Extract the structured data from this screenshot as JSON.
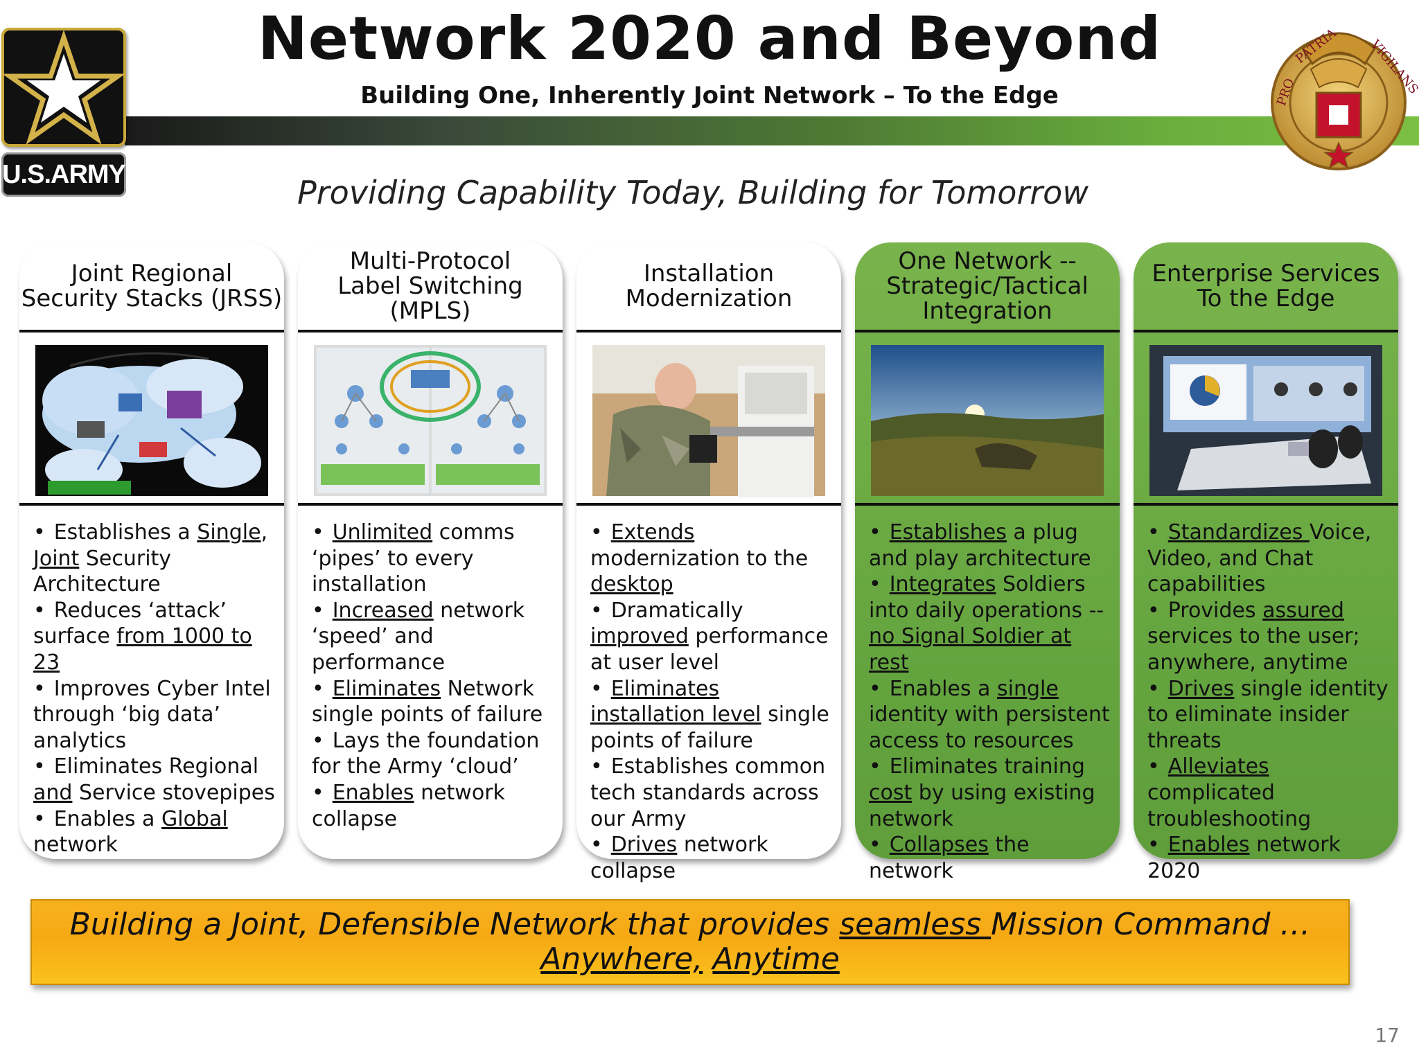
{
  "header": {
    "title": "Network 2020 and Beyond",
    "subtitle": "Building One, Inherently Joint Network – To the Edge",
    "army_wordmark": "U.S.ARMY",
    "army_logo_icon": "army-star-icon",
    "crest_icon": "signal-corps-crest-icon",
    "crest_text_left": "PRO",
    "crest_text_top": "PATRIA",
    "crest_text_right": "VIGILANS"
  },
  "tagline": "Providing Capability Today, Building for Tomorrow",
  "columns": [
    {
      "title": "Joint Regional\nSecurity Stacks (JRSS)",
      "theme": "yellow",
      "image_icon": "network-cloud-diagram-icon",
      "bullets": [
        [
          {
            "t": "Establishes a "
          },
          {
            "t": "Single",
            "u": true
          },
          {
            "t": ", "
          },
          {
            "t": "Joint",
            "u": true
          },
          {
            "t": " Security Architecture"
          }
        ],
        [
          {
            "t": "Reduces ‘attack’ surface "
          },
          {
            "t": "from 1000 to 23",
            "u": true
          }
        ],
        [
          {
            "t": "Improves Cyber Intel through ‘big data’ analytics"
          }
        ],
        [
          {
            "t": "Eliminates Regional "
          },
          {
            "t": "and",
            "u": true
          },
          {
            "t": " Service stovepipes"
          }
        ],
        [
          {
            "t": "Enables a "
          },
          {
            "t": "Global",
            "u": true
          },
          {
            "t": " network"
          }
        ]
      ]
    },
    {
      "title": "Multi-Protocol\nLabel Switching (MPLS)",
      "theme": "yellow",
      "image_icon": "mpls-network-diagram-icon",
      "bullets": [
        [
          {
            "t": "Unlimited",
            "u": true
          },
          {
            "t": " comms ‘pipes’ to every installation"
          }
        ],
        [
          {
            "t": "Increased",
            "u": true
          },
          {
            "t": " network ‘speed’ and performance"
          }
        ],
        [
          {
            "t": "Eliminates",
            "u": true
          },
          {
            "t": " Network single points of failure"
          }
        ],
        [
          {
            "t": "Lays the foundation for the Army ‘cloud’"
          }
        ],
        [
          {
            "t": "Enables",
            "u": true
          },
          {
            "t": " network collapse"
          }
        ]
      ]
    },
    {
      "title": "Installation\nModernization",
      "theme": "yellow",
      "image_icon": "soldier-installing-equipment-photo",
      "bullets": [
        [
          {
            "t": "Extends",
            "u": true
          },
          {
            "t": " modernization to the "
          },
          {
            "t": "desktop",
            "u": true
          }
        ],
        [
          {
            "t": "Dramatically "
          },
          {
            "t": "improved",
            "u": true
          },
          {
            "t": " performance at user level"
          }
        ],
        [
          {
            "t": "Eliminates installation level",
            "u": true
          },
          {
            "t": " single points of failure"
          }
        ],
        [
          {
            "t": "Establishes common tech standards across our Army"
          }
        ],
        [
          {
            "t": "Drives",
            "u": true
          },
          {
            "t": " network collapse"
          }
        ]
      ]
    },
    {
      "title": "One Network --\nStrategic/Tactical\nIntegration",
      "theme": "green",
      "image_icon": "soldier-in-field-sunset-photo",
      "bullets": [
        [
          {
            "t": "Establishes",
            "u": true
          },
          {
            "t": " a plug and play architecture"
          }
        ],
        [
          {
            "t": "Integrates",
            "u": true
          },
          {
            "t": " Soldiers into daily operations -- "
          },
          {
            "t": "no Signal Soldier at rest",
            "u": true
          }
        ],
        [
          {
            "t": "Enables a "
          },
          {
            "t": "single ",
            "u": true
          },
          {
            "t": "identity with persistent access to resources"
          }
        ],
        [
          {
            "t": "Eliminates training "
          },
          {
            "t": "cost",
            "u": true
          },
          {
            "t": " by using existing network"
          }
        ],
        [
          {
            "t": "Collapses",
            "u": true
          },
          {
            "t": " the network"
          }
        ]
      ]
    },
    {
      "title": "Enterprise Services\nTo the Edge",
      "theme": "green",
      "image_icon": "video-conference-room-photo",
      "bullets": [
        [
          {
            "t": "Standardizes ",
            "u": true
          },
          {
            "t": "Voice, Video, and Chat  capabilities"
          }
        ],
        [
          {
            "t": "Provides "
          },
          {
            "t": "assured ",
            "u": true
          },
          {
            "t": "services to the user; anywhere, anytime"
          }
        ],
        [
          {
            "t": "Drives",
            "u": true
          },
          {
            "t": " single identity to eliminate insider threats"
          }
        ],
        [
          {
            "t": "Alleviates",
            "u": true
          },
          {
            "t": " complicated troubleshooting"
          }
        ],
        [
          {
            "t": "Enables",
            "u": true
          },
          {
            "t": " network 2020"
          }
        ]
      ]
    }
  ],
  "banner": [
    {
      "t": "Building a Joint, Defensible Network that provides "
    },
    {
      "t": "seamless ",
      "u": true
    },
    {
      "t": "Mission Command … "
    },
    {
      "t": "Anywhere,",
      "u": true
    },
    {
      "t": " "
    },
    {
      "t": "Anytime",
      "u": true
    }
  ],
  "page_number": "17",
  "colors": {
    "yellow_top": "#f7b719",
    "yellow_bottom": "#fbf318",
    "green_top": "#79b34c",
    "green_bottom": "#5f9e3b",
    "banner": "#f6a914"
  }
}
